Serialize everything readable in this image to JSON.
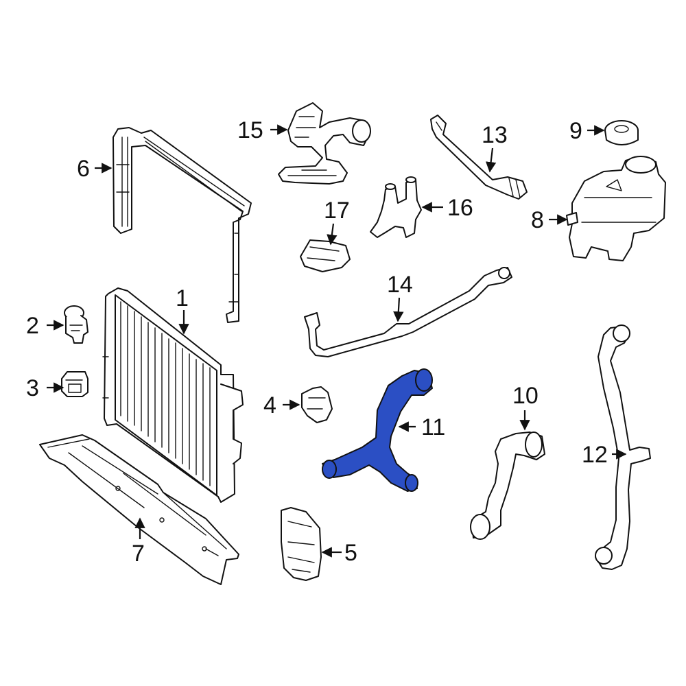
{
  "diagram": {
    "highlight_color": "#2b4fc4",
    "outline_color": "#111111",
    "highlighted_part": "11",
    "callouts": [
      {
        "id": "1",
        "label": "1"
      },
      {
        "id": "2",
        "label": "2"
      },
      {
        "id": "3",
        "label": "3"
      },
      {
        "id": "4",
        "label": "4"
      },
      {
        "id": "5",
        "label": "5"
      },
      {
        "id": "6",
        "label": "6"
      },
      {
        "id": "7",
        "label": "7"
      },
      {
        "id": "8",
        "label": "8"
      },
      {
        "id": "9",
        "label": "9"
      },
      {
        "id": "10",
        "label": "10"
      },
      {
        "id": "11",
        "label": "11"
      },
      {
        "id": "12",
        "label": "12"
      },
      {
        "id": "13",
        "label": "13"
      },
      {
        "id": "14",
        "label": "14"
      },
      {
        "id": "15",
        "label": "15"
      },
      {
        "id": "16",
        "label": "16"
      },
      {
        "id": "17",
        "label": "17"
      }
    ]
  }
}
